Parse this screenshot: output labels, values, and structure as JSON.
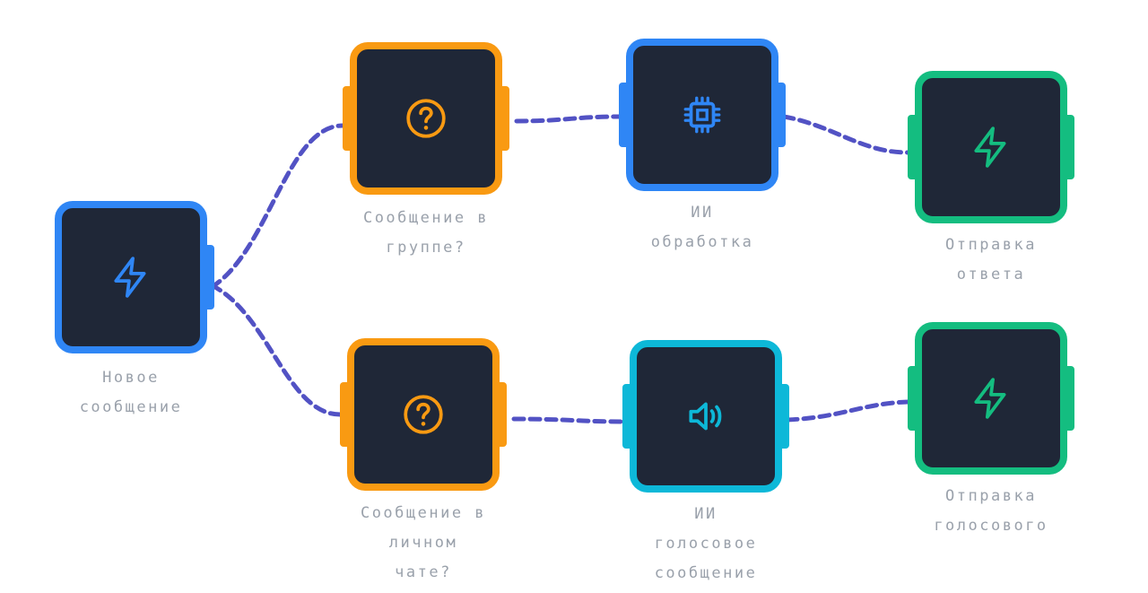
{
  "colors": {
    "trigger": "#2f86f5",
    "condition": "#f99a12",
    "action": "#14bd80",
    "voice": "#0db8d8",
    "node_fill": "#1f2737",
    "edge": "#5252c4",
    "label": "#9aa1ab"
  },
  "nodes": [
    {
      "id": "n1",
      "icon": "lightning-icon",
      "label": "Новое\nсообщение"
    },
    {
      "id": "n2",
      "icon": "question-icon",
      "label": "Сообщение в\nгруппе?"
    },
    {
      "id": "n3",
      "icon": "cpu-chip-icon",
      "label": "ИИ\nобработка"
    },
    {
      "id": "n4",
      "icon": "lightning-icon",
      "label": "Отправка\nответа"
    },
    {
      "id": "n5",
      "icon": "question-icon",
      "label": "Сообщение в\nличном\nчате?"
    },
    {
      "id": "n6",
      "icon": "speaker-icon",
      "label": "ИИ\nголосовое\nсообщение"
    },
    {
      "id": "n7",
      "icon": "lightning-icon",
      "label": "Отправка\nголосового"
    }
  ],
  "edges": [
    {
      "from": "n1",
      "to": "n2"
    },
    {
      "from": "n2",
      "to": "n3"
    },
    {
      "from": "n3",
      "to": "n4"
    },
    {
      "from": "n1",
      "to": "n5"
    },
    {
      "from": "n5",
      "to": "n6"
    },
    {
      "from": "n6",
      "to": "n7"
    }
  ]
}
